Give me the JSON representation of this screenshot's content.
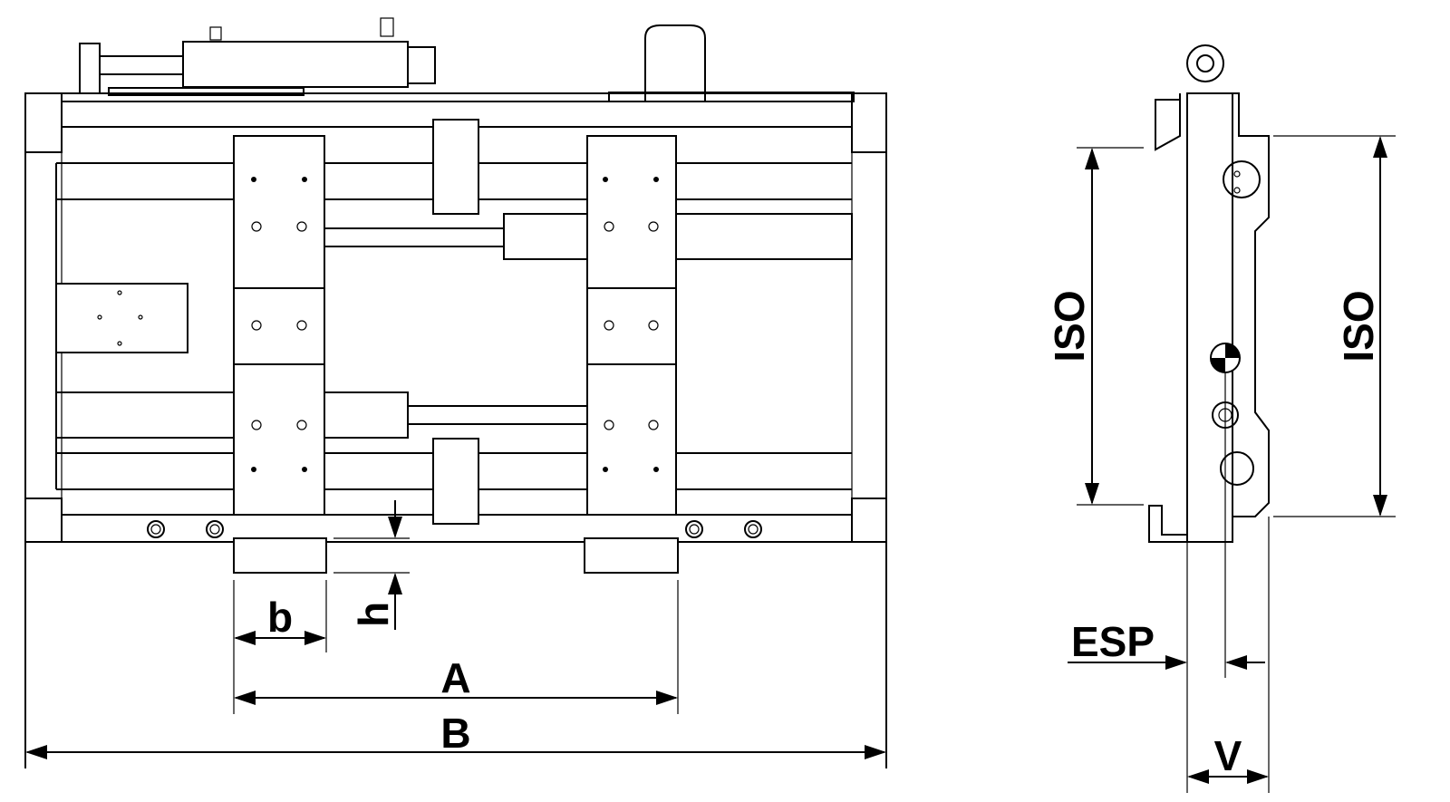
{
  "labels": {
    "b": "b",
    "h": "h",
    "A": "A",
    "B": "B",
    "iso_left": "ISO",
    "iso_right": "ISO",
    "esp": "ESP",
    "v": "V"
  },
  "colors": {
    "line": "#000000",
    "background": "#ffffff"
  }
}
